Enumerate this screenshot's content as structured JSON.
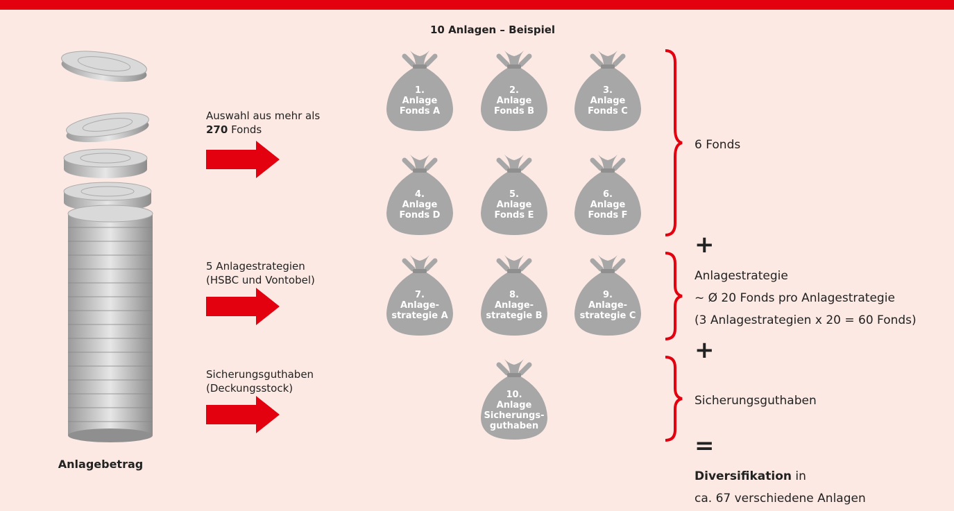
{
  "header": {
    "title": "10 Anlagen – Beispiel"
  },
  "left": {
    "caption": "Anlagebetrag"
  },
  "middle": {
    "fonds_line1": "Auswahl aus mehr als",
    "fonds_num": "270",
    "fonds_word": "Fonds",
    "strat_line1": "5 Anlagestrategien",
    "strat_line2": "(HSBC und Vontobel)",
    "sich_line1": "Sicherungsguthaben",
    "sich_line2": "(Deckungsstock)"
  },
  "bags": [
    {
      "l1": "1.",
      "l2": "Anlage",
      "l3": "Fonds A"
    },
    {
      "l1": "2.",
      "l2": "Anlage",
      "l3": "Fonds B"
    },
    {
      "l1": "3.",
      "l2": "Anlage",
      "l3": "Fonds C"
    },
    {
      "l1": "4.",
      "l2": "Anlage",
      "l3": "Fonds D"
    },
    {
      "l1": "5.",
      "l2": "Anlage",
      "l3": "Fonds E"
    },
    {
      "l1": "6.",
      "l2": "Anlage",
      "l3": "Fonds F"
    },
    {
      "l1": "7.",
      "l2": "Anlage-",
      "l3": "strategie A"
    },
    {
      "l1": "8.",
      "l2": "Anlage-",
      "l3": "strategie B"
    },
    {
      "l1": "9.",
      "l2": "Anlage-",
      "l3": "strategie C"
    },
    {
      "l1": "10.",
      "l2": "Anlage",
      "l3": "Sicherungs-",
      "l4": "guthaben"
    }
  ],
  "right": {
    "fonds": "6 Fonds",
    "plus": "+",
    "strat_l1": "Anlagestrategie",
    "strat_l2": "~ Ø 20 Fonds pro Anlagestrategie",
    "strat_l3": "(3 Anlagestrategien x 20 = 60 Fonds)",
    "sich": "Sicherungsguthaben",
    "equals": "=",
    "div_bold": "Diversifikation",
    "div_in": "in",
    "div_l2": "ca. 67 verschiedene Anlagen"
  },
  "colors": {
    "accent": "#e3000f",
    "bag": "#a7a7a7",
    "background": "#fce9e3"
  }
}
